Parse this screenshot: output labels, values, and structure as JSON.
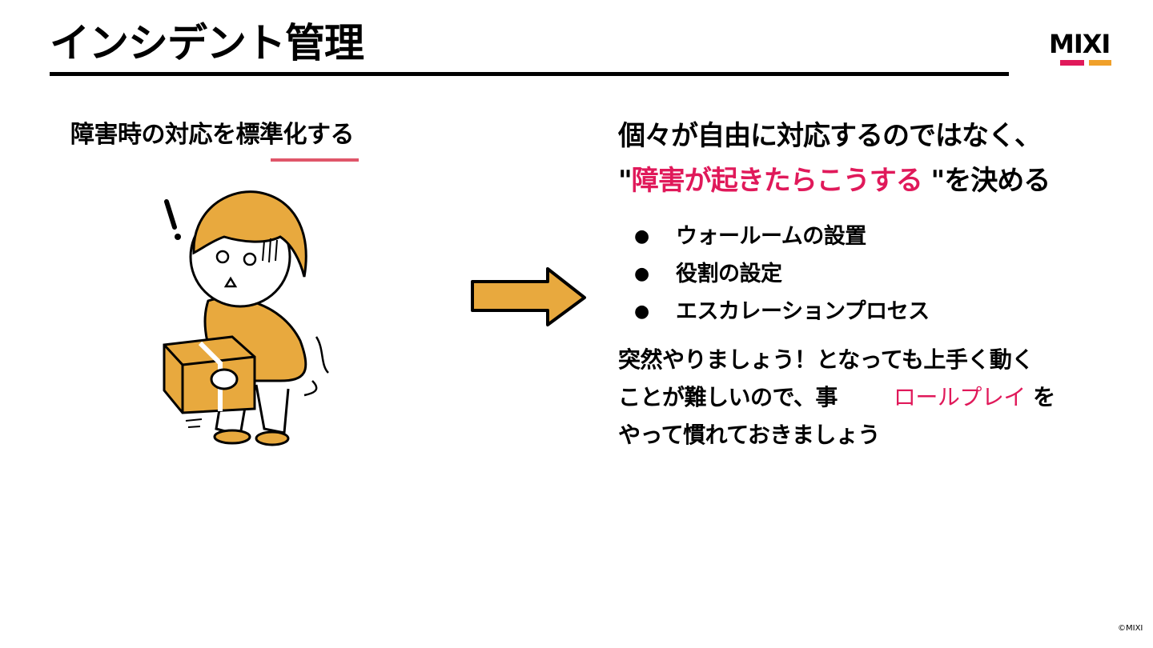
{
  "title": "インシデント管理",
  "logo": {
    "text": "MIXI",
    "bar_left_color": "#e0195a",
    "bar_right_color": "#f0a02a"
  },
  "left": {
    "heading_part1": "障害時の対応を",
    "heading_emphasis": "標準化",
    "heading_part2": "する",
    "illustration": "worried-person-carrying-box"
  },
  "arrow": {
    "icon": "right-arrow-icon",
    "color": "#e8a93e"
  },
  "right": {
    "heading_line1": "個々が自由に対応するのではなく、",
    "heading_quote_open": "\"",
    "heading_accent": "障害が起きたらこうする",
    "heading_tail": " \"を決める",
    "bullets": [
      "ウォールームの設置",
      "役割の設定",
      "エスカレーションプロセス"
    ],
    "body_line1": "突然やりましょう！となっても上手く動く",
    "body_line2a": "ことが難しいので、事",
    "body_line2_accent": "ロールプレイ",
    "body_line2b": " を",
    "body_line3": "やって慣れておきましょう"
  },
  "accent_color": "#e0195a",
  "copyright": "©MIXI"
}
